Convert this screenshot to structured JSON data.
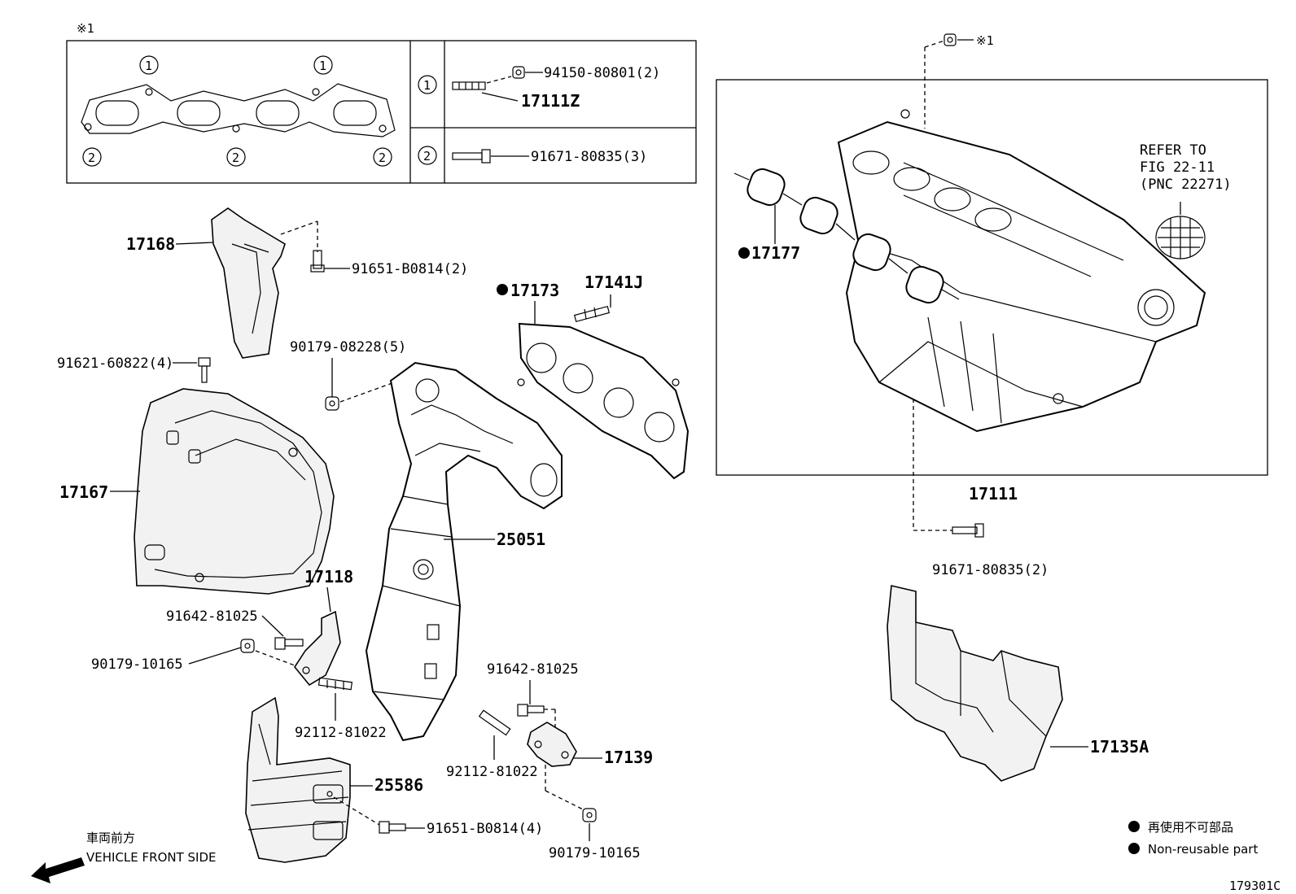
{
  "figure_code": "179301C",
  "inset": {
    "note_mark": "※1",
    "callout_1": "1",
    "callout_2": "2",
    "row1_parts": [
      "94150-80801(2)",
      "17111Z"
    ],
    "row2_parts": [
      "91671-80835(3)"
    ]
  },
  "intake": {
    "note_mark": "※1",
    "refer_lines": [
      "REFER TO",
      "FIG 22-11",
      "(PNC 22271)"
    ],
    "gasket_label": "17177",
    "manifold_label": "17111",
    "bolt_label": "91671-80835(2)",
    "insulator_label": "17135A"
  },
  "labels": {
    "p17168": "17168",
    "p91651a": "91651-B0814(2)",
    "p91621": "91621-60822(4)",
    "p90179a": "90179-08228(5)",
    "p17173": "17173",
    "p17141j": "17141J",
    "p17167": "17167",
    "p25051": "25051",
    "p17118": "17118",
    "p91642a": "91642-81025",
    "p90179b": "90179-10165",
    "p92112a": "92112-81022",
    "p91642b": "91642-81025",
    "p92112b": "92112-81022",
    "p17139": "17139",
    "p25586": "25586",
    "p91651b": "91651-B0814(4)",
    "p90179c": "90179-10165"
  },
  "direction": {
    "jp": "車両前方",
    "en": "VEHICLE FRONT SIDE"
  },
  "legend": {
    "jp": "再使用不可部品",
    "en": "Non-reusable part"
  }
}
